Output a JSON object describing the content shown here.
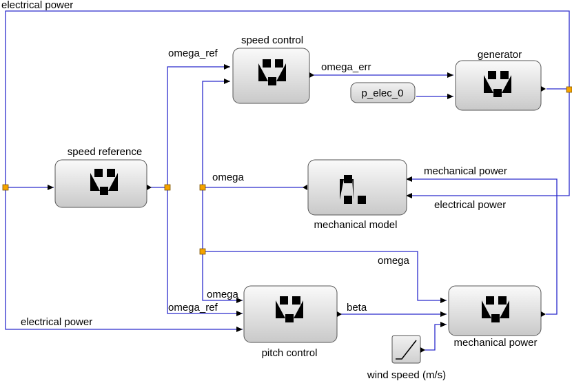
{
  "blocks": {
    "speed_control": "speed control",
    "generator": "generator",
    "speed_reference": "speed reference",
    "mechanical_model": "mechanical model",
    "pitch_control": "pitch control",
    "mechanical_power": "mechanical power",
    "p_elec_0": "p_elec_0",
    "wind_speed": "wind speed (m/s)"
  },
  "signals": {
    "electrical_power_top": "electrical power",
    "omega_ref_top": "omega_ref",
    "omega_err": "omega_err",
    "omega_mid": "omega",
    "mechanical_power_in": "mechanical power",
    "electrical_power_in": "electrical power",
    "omega_right": "omega",
    "omega_pitch": "omega",
    "omega_ref_pitch": "omega_ref",
    "beta": "beta",
    "electrical_power_bottom": "electrical power"
  },
  "colors": {
    "wire": "#2a2acc",
    "split_point": "#f4a300",
    "block_fill_top": "#fafafa",
    "block_fill_bottom": "#c9c9c9"
  }
}
